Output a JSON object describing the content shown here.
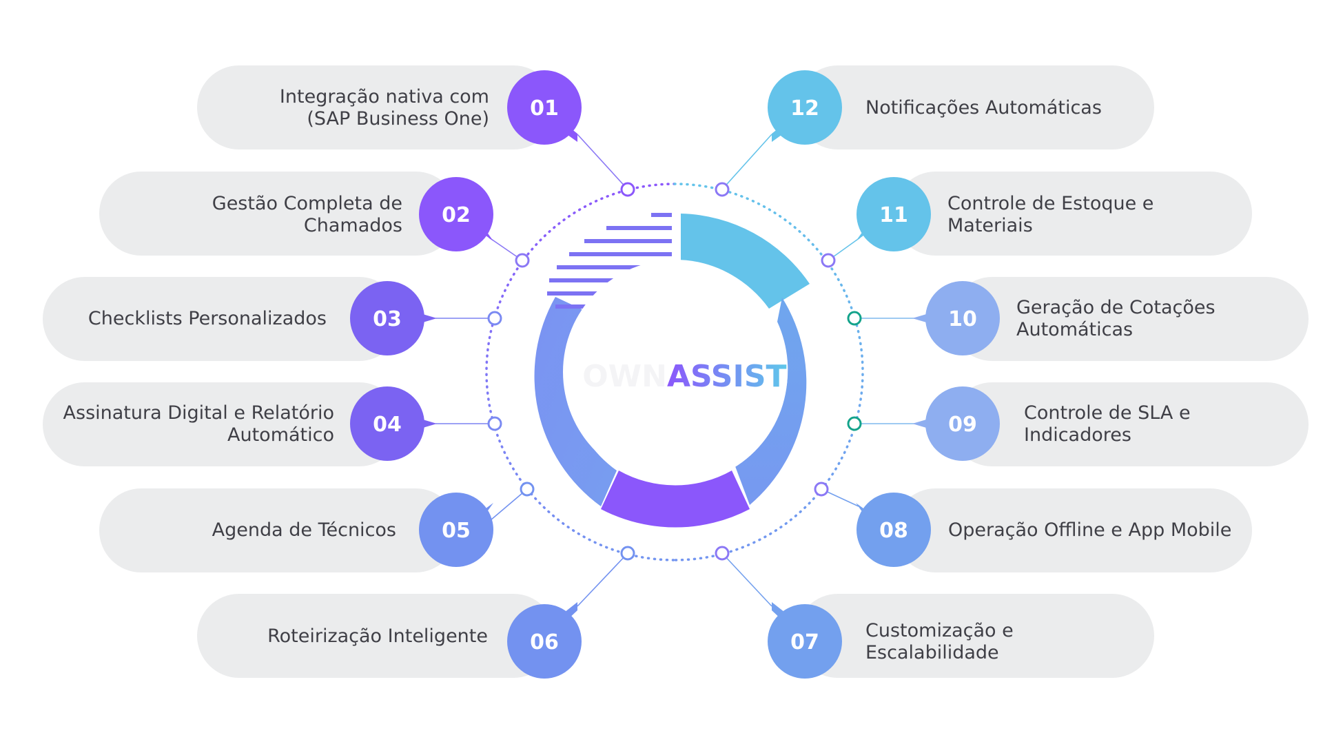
{
  "brand": {
    "prefix": "OWN",
    "name": "ASSIST"
  },
  "features": [
    {
      "number": "01",
      "lines": [
        "Integração nativa com",
        "(SAP Business One)"
      ],
      "color": "#8b57fb"
    },
    {
      "number": "02",
      "lines": [
        "Gestão Completa de",
        "Chamados"
      ],
      "color": "#8b57fb"
    },
    {
      "number": "03",
      "lines": [
        "Checklists Personalizados"
      ],
      "color": "#7b63f2"
    },
    {
      "number": "04",
      "lines": [
        "Assinatura Digital e Relatório",
        "Automático"
      ],
      "color": "#7b63f2"
    },
    {
      "number": "05",
      "lines": [
        "Agenda de Técnicos"
      ],
      "color": "#7392f0"
    },
    {
      "number": "06",
      "lines": [
        "Roteirização Inteligente"
      ],
      "color": "#7392f0"
    },
    {
      "number": "07",
      "lines": [
        "Customização e",
        "Escalabilidade"
      ],
      "color": "#73a0ee"
    },
    {
      "number": "08",
      "lines": [
        "Operação Offline e App Mobile"
      ],
      "color": "#73a0ee"
    },
    {
      "number": "09",
      "lines": [
        "Controle de SLA e",
        "Indicadores"
      ],
      "color": "#8eaef0"
    },
    {
      "number": "10",
      "lines": [
        "Geração de Cotações",
        "Automáticas"
      ],
      "color": "#8eaef0"
    },
    {
      "number": "11",
      "lines": [
        "Controle de Estoque e",
        "Materiais"
      ],
      "color": "#64c3ea"
    },
    {
      "number": "12",
      "lines": [
        "Notificações Automáticas"
      ],
      "color": "#64c3ea"
    }
  ],
  "colors": {
    "pill_bg": "#ebeced",
    "purple": "#8b57fb",
    "cyan": "#64c3ea",
    "blue": "#7397f0",
    "teal": "#14a38b"
  }
}
